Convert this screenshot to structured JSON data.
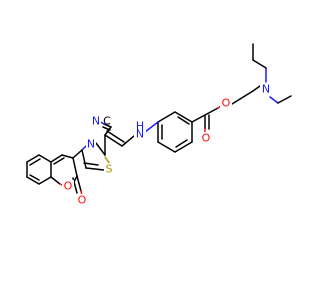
{
  "molecule": {
    "atom_labels": {
      "nitrile_c": "C",
      "nitrile_n": "N",
      "amine": "H",
      "amine_n": "N",
      "thiazole_n": "N",
      "thiazole_s": "S",
      "ester_o_single": "O",
      "ester_o_double": "O",
      "amine_tertiary": "N",
      "coumarin_ring_o": "O",
      "coumarin_carbonyl_o": "O"
    },
    "colors": {
      "carbon": "#000000",
      "nitrogen": "#1a1aff",
      "oxygen": "#ff0d0d",
      "sulfur": "#b29500"
    }
  }
}
